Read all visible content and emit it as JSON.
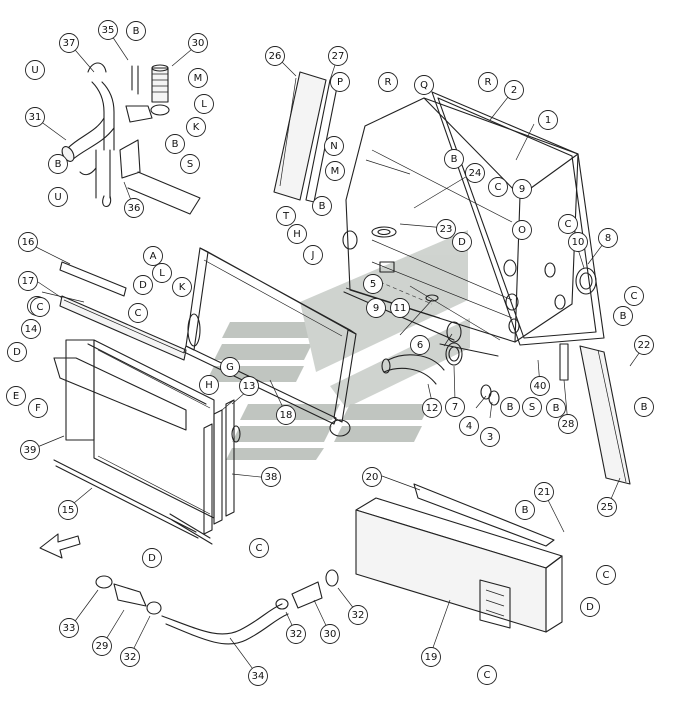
{
  "diagram": {
    "callouts": [
      {
        "id": "c-1",
        "label": "1"
      },
      {
        "id": "c-2",
        "label": "2"
      },
      {
        "id": "c-3",
        "label": "3"
      },
      {
        "id": "c-4",
        "label": "4"
      },
      {
        "id": "c-5",
        "label": "5"
      },
      {
        "id": "c-6",
        "label": "6"
      },
      {
        "id": "c-7",
        "label": "7"
      },
      {
        "id": "c-8",
        "label": "8"
      },
      {
        "id": "c-9a",
        "label": "9"
      },
      {
        "id": "c-9b",
        "label": "9"
      },
      {
        "id": "c-10",
        "label": "10"
      },
      {
        "id": "c-11",
        "label": "11"
      },
      {
        "id": "c-12",
        "label": "12"
      },
      {
        "id": "c-13",
        "label": "13"
      },
      {
        "id": "c-14",
        "label": "14"
      },
      {
        "id": "c-15",
        "label": "15"
      },
      {
        "id": "c-16",
        "label": "16"
      },
      {
        "id": "c-17",
        "label": "17"
      },
      {
        "id": "c-18",
        "label": "18"
      },
      {
        "id": "c-19",
        "label": "19"
      },
      {
        "id": "c-20",
        "label": "20"
      },
      {
        "id": "c-21",
        "label": "21"
      },
      {
        "id": "c-22",
        "label": "22"
      },
      {
        "id": "c-23",
        "label": "23"
      },
      {
        "id": "c-24",
        "label": "24"
      },
      {
        "id": "c-25",
        "label": "25"
      },
      {
        "id": "c-26",
        "label": "26"
      },
      {
        "id": "c-27",
        "label": "27"
      },
      {
        "id": "c-28",
        "label": "28"
      },
      {
        "id": "c-29",
        "label": "29"
      },
      {
        "id": "c-30a",
        "label": "30"
      },
      {
        "id": "c-30b",
        "label": "30"
      },
      {
        "id": "c-31",
        "label": "31"
      },
      {
        "id": "c-32a",
        "label": "32"
      },
      {
        "id": "c-32b",
        "label": "32"
      },
      {
        "id": "c-32c",
        "label": "32"
      },
      {
        "id": "c-33",
        "label": "33"
      },
      {
        "id": "c-34",
        "label": "34"
      },
      {
        "id": "c-35",
        "label": "35"
      },
      {
        "id": "c-36",
        "label": "36"
      },
      {
        "id": "c-37",
        "label": "37"
      },
      {
        "id": "c-38",
        "label": "38"
      },
      {
        "id": "c-39",
        "label": "39"
      },
      {
        "id": "c-40",
        "label": "40"
      },
      {
        "id": "c-A",
        "label": "A"
      },
      {
        "id": "c-B1",
        "label": "B"
      },
      {
        "id": "c-B2",
        "label": "B"
      },
      {
        "id": "c-B3",
        "label": "B"
      },
      {
        "id": "c-B4",
        "label": "B"
      },
      {
        "id": "c-B5",
        "label": "B"
      },
      {
        "id": "c-B6",
        "label": "B"
      },
      {
        "id": "c-B7",
        "label": "B"
      },
      {
        "id": "c-B8",
        "label": "B"
      },
      {
        "id": "c-B9",
        "label": "B"
      },
      {
        "id": "c-B10",
        "label": "B"
      },
      {
        "id": "c-C1",
        "label": "C"
      },
      {
        "id": "c-C2",
        "label": "C"
      },
      {
        "id": "c-C3",
        "label": "C"
      },
      {
        "id": "c-C4",
        "label": "C"
      },
      {
        "id": "c-C5",
        "label": "C"
      },
      {
        "id": "c-C6",
        "label": "C"
      },
      {
        "id": "c-C7",
        "label": "C"
      },
      {
        "id": "c-C8",
        "label": "C"
      },
      {
        "id": "c-C9",
        "label": "C"
      },
      {
        "id": "c-D1",
        "label": "D"
      },
      {
        "id": "c-D2",
        "label": "D"
      },
      {
        "id": "c-D3",
        "label": "D"
      },
      {
        "id": "c-D4",
        "label": "D"
      },
      {
        "id": "c-D5",
        "label": "D"
      },
      {
        "id": "c-E",
        "label": "E"
      },
      {
        "id": "c-F",
        "label": "F"
      },
      {
        "id": "c-G",
        "label": "G"
      },
      {
        "id": "c-H1",
        "label": "H"
      },
      {
        "id": "c-H2",
        "label": "H"
      },
      {
        "id": "c-J",
        "label": "J"
      },
      {
        "id": "c-K1",
        "label": "K"
      },
      {
        "id": "c-K2",
        "label": "K"
      },
      {
        "id": "c-L1",
        "label": "L"
      },
      {
        "id": "c-L2",
        "label": "L"
      },
      {
        "id": "c-M1",
        "label": "M"
      },
      {
        "id": "c-M2",
        "label": "M"
      },
      {
        "id": "c-N",
        "label": "N"
      },
      {
        "id": "c-O",
        "label": "O"
      },
      {
        "id": "c-P",
        "label": "P"
      },
      {
        "id": "c-Q",
        "label": "Q"
      },
      {
        "id": "c-R1",
        "label": "R"
      },
      {
        "id": "c-R2",
        "label": "R"
      },
      {
        "id": "c-S1",
        "label": "S"
      },
      {
        "id": "c-S2",
        "label": "S"
      },
      {
        "id": "c-T",
        "label": "T"
      },
      {
        "id": "c-U1",
        "label": "U"
      },
      {
        "id": "c-U2",
        "label": "U"
      }
    ],
    "colors": {
      "line": "#222222",
      "watermark": "#9aa39a"
    },
    "icons": {
      "watermark": "brand-logo-watermark",
      "direction": "front-direction-arrow-icon"
    }
  }
}
